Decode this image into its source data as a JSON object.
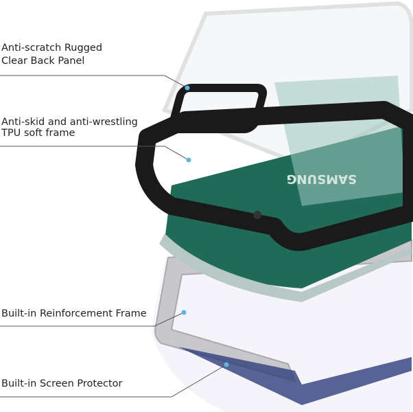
{
  "callouts": [
    {
      "line1": "Anti-scratch Rugged",
      "line2": "Clear Back Panel"
    },
    {
      "line1": "Anti-skid and anti-wrestling",
      "line2": "TPU soft frame"
    },
    {
      "line1": "Built-in Reinforcement Frame"
    },
    {
      "line1": "Built-in Screen Protector"
    }
  ],
  "phone": {
    "brand": "SAMSUNG"
  },
  "colors": {
    "phone_back": "#1f6b58",
    "tpu_frame": "#1a1a1a",
    "dot": "#5bb7e0",
    "reinforcement_frame": "#c8c8cc"
  }
}
